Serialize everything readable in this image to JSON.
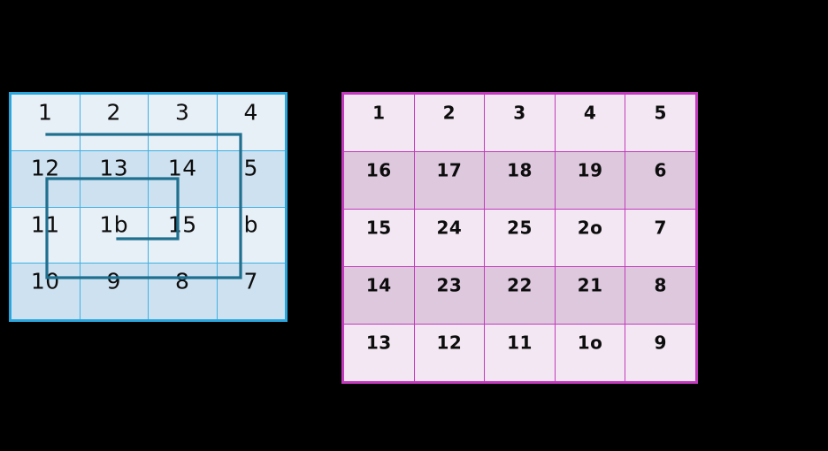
{
  "background_color": "#000000",
  "figures": [
    {
      "id": "spiral-grid",
      "name": "blue-spiral-grid",
      "kind": "grid-with-path",
      "rows": 4,
      "cols": 4,
      "colors": {
        "border": "#2ba6dd",
        "gridline": "#3fb1e3",
        "row_light": "#e7eff7",
        "row_dark": "#cee1f0",
        "path": "#1f6f8f",
        "text": "#0d0d0d"
      },
      "cells": [
        [
          "1",
          "2",
          "3",
          "4"
        ],
        [
          "12",
          "13",
          "14",
          "5"
        ],
        [
          "11",
          "1b",
          "15",
          "b"
        ],
        [
          "10",
          "9",
          "8",
          "7"
        ]
      ],
      "path_label": "inward-spiral-polyline",
      "path_points": "53,152 272,152 272,314 53,314 53,202 201,202 201,270 133,270"
    },
    {
      "id": "number-grid",
      "name": "magenta-number-grid",
      "kind": "grid",
      "rows": 5,
      "cols": 5,
      "colors": {
        "border": "#c33bbd",
        "gridline": "#c33bbd",
        "row_light": "#f2e7f2",
        "row_dark": "#ddc8dd",
        "text": "#0d0d0d"
      },
      "cells": [
        [
          "1",
          "2",
          "3",
          "4",
          "5"
        ],
        [
          "16",
          "17",
          "18",
          "19",
          "6"
        ],
        [
          "15",
          "24",
          "25",
          "2o",
          "7"
        ],
        [
          "14",
          "23",
          "22",
          "21",
          "8"
        ],
        [
          "13",
          "12",
          "11",
          "1o",
          "9"
        ]
      ]
    }
  ]
}
